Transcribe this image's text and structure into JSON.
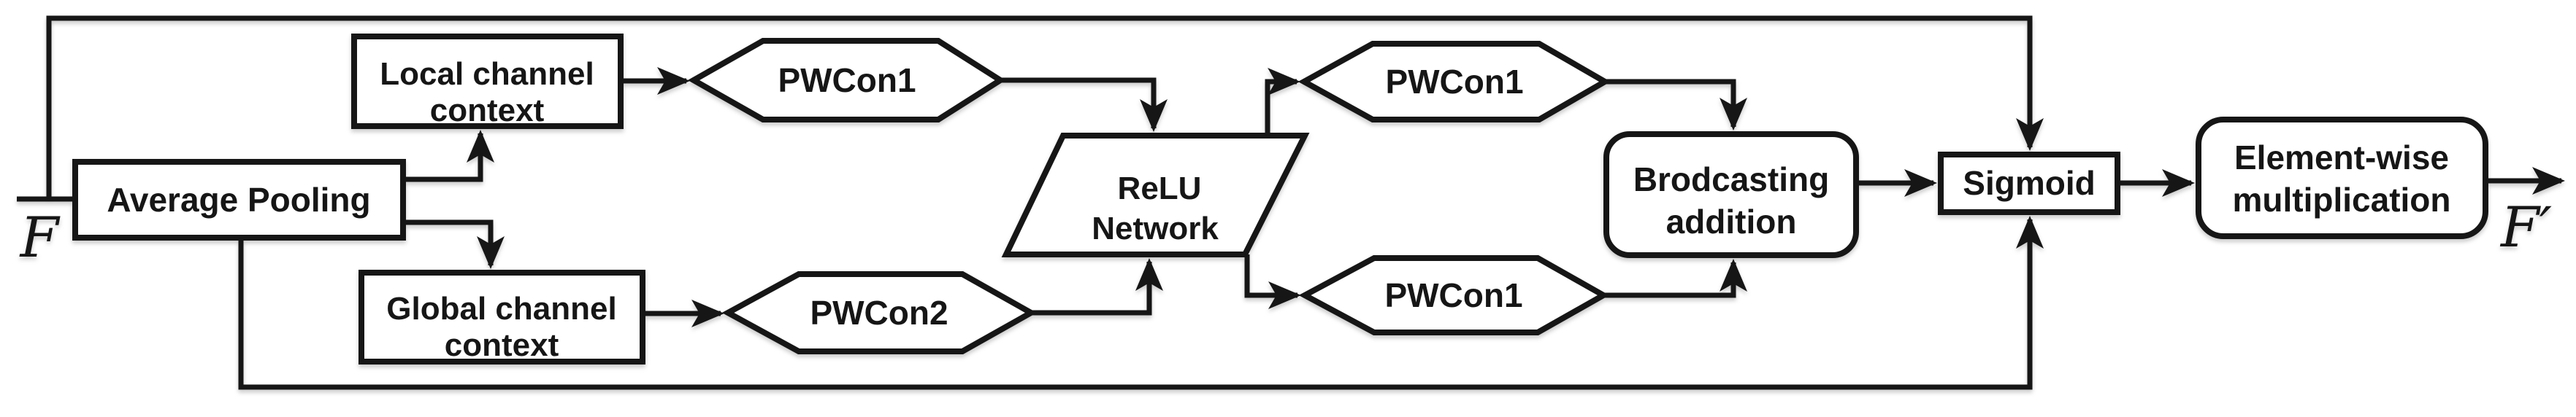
{
  "figure": {
    "background": "#ffffff",
    "ink": "#161616",
    "input_label": "F",
    "output_label": "F′",
    "nodes": {
      "average_pooling": {
        "label": "Average Pooling",
        "shape": "rectangle"
      },
      "local_channel_context": {
        "line1": "Local channel",
        "line2": "context",
        "shape": "rectangle"
      },
      "global_channel_context": {
        "line1": "Global channel",
        "line2": "context",
        "shape": "rectangle"
      },
      "pwcon1_local": {
        "label": "PWCon1",
        "shape": "hexagon"
      },
      "pwcon2_global": {
        "label": "PWCon2",
        "shape": "hexagon"
      },
      "relu_network": {
        "line1": "ReLU",
        "line2": "Network",
        "shape": "parallelogram"
      },
      "pwcon1_upper": {
        "label": "PWCon1",
        "shape": "hexagon"
      },
      "pwcon1_lower": {
        "label": "PWCon1",
        "shape": "hexagon"
      },
      "broadcasting_addition": {
        "line1": "Brodcasting",
        "line2": "addition",
        "shape": "rounded-rectangle"
      },
      "sigmoid": {
        "label": "Sigmoid",
        "shape": "rectangle"
      },
      "elementwise_multiplication": {
        "line1": "Element-wise",
        "line2": "multiplication",
        "shape": "rounded-rectangle"
      }
    }
  }
}
